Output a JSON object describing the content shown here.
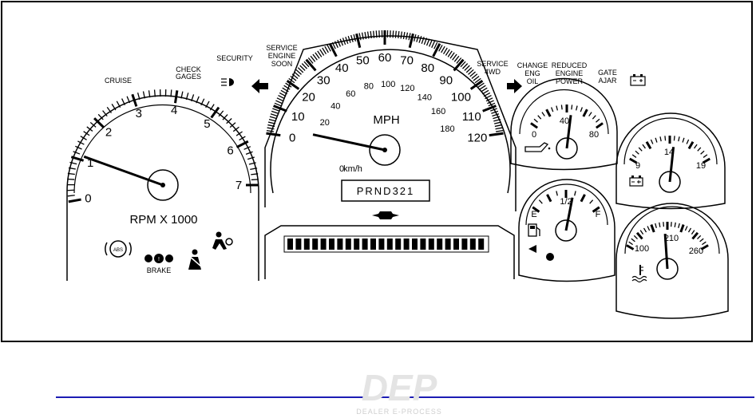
{
  "indicators": {
    "cruise": "CRUISE",
    "check_gages": [
      "CHECK",
      "GAGES"
    ],
    "security": "SECURITY",
    "service_engine_soon": [
      "SERVICE",
      "ENGINE",
      "SOON"
    ],
    "service_4wd": [
      "SERVICE",
      "4WD"
    ],
    "change_eng_oil": [
      "CHANGE",
      "ENG",
      "OIL"
    ],
    "reduced_engine_power": [
      "REDUCED",
      "ENGINE",
      "POWER"
    ],
    "gate_ajar": [
      "GATE",
      "AJAR"
    ],
    "brake": "BRAKE",
    "abs": "ABS"
  },
  "tachometer": {
    "label": "RPM X 1000",
    "scale": [
      "0",
      "1",
      "2",
      "3",
      "4",
      "5",
      "6",
      "7"
    ],
    "needle_value": 1.1,
    "max": 7
  },
  "speedometer": {
    "unit_mph": "MPH",
    "unit_kmh": "km/h",
    "mph_scale": [
      "0",
      "10",
      "20",
      "30",
      "40",
      "50",
      "60",
      "70",
      "80",
      "90",
      "100",
      "110",
      "120"
    ],
    "kmh_scale": [
      "0",
      "20",
      "40",
      "60",
      "80",
      "100",
      "120",
      "140",
      "160",
      "180"
    ],
    "needle_value_mph": 3,
    "prndl": "PRND321"
  },
  "oil_pressure_gauge": {
    "scale": [
      "0",
      "40",
      "80"
    ],
    "needle_value": 45
  },
  "fuel_gauge": {
    "scale": [
      "E",
      "1/2",
      "F"
    ],
    "needle_value": 0.6
  },
  "voltmeter": {
    "scale": [
      "9",
      "14",
      "19"
    ],
    "needle_value": 14.5
  },
  "temperature_gauge": {
    "scale": [
      "100",
      "210",
      "260"
    ],
    "needle_value": 175
  },
  "footer": {
    "logo_text": "DEP",
    "logo_subtitle": "DEALER E-PROCESS",
    "line_color": "#1c1cb4"
  }
}
